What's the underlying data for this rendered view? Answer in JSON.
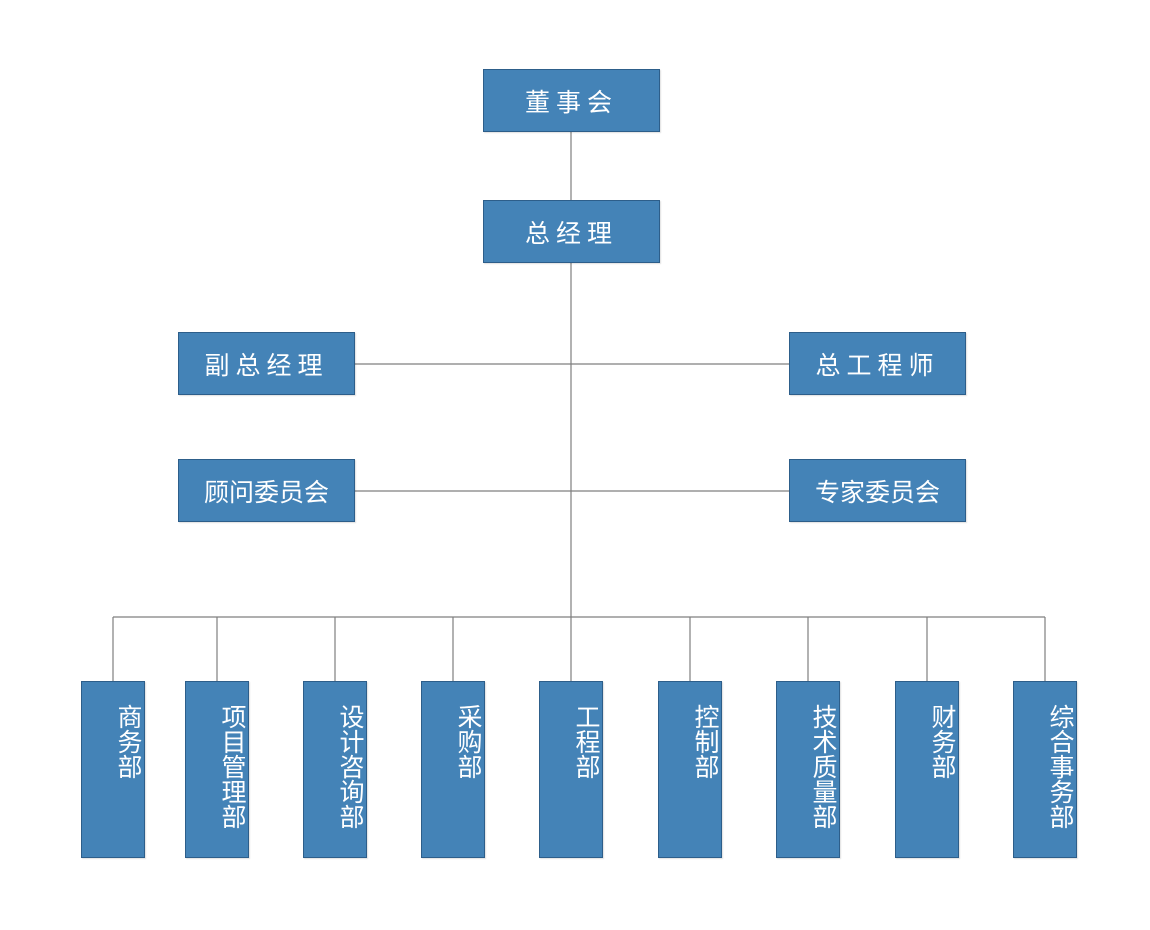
{
  "org": {
    "top": {
      "board": "董事会",
      "gm": "总经理"
    },
    "mid": {
      "deputy_gm": "副总经理",
      "chief_engineer": "总工程师",
      "advisory_committee": "顾问委员会",
      "expert_committee": "专家委员会"
    },
    "departments": [
      "商务部",
      "项目管理部",
      "设计咨询部",
      "采购部",
      "工程部",
      "控制部",
      "技术质量部",
      "财务部",
      "综合事务部"
    ]
  },
  "colors": {
    "box_fill": "#4483b7",
    "box_border": "#2d5e8a",
    "line": "#7f7f7f",
    "text": "#ffffff"
  }
}
